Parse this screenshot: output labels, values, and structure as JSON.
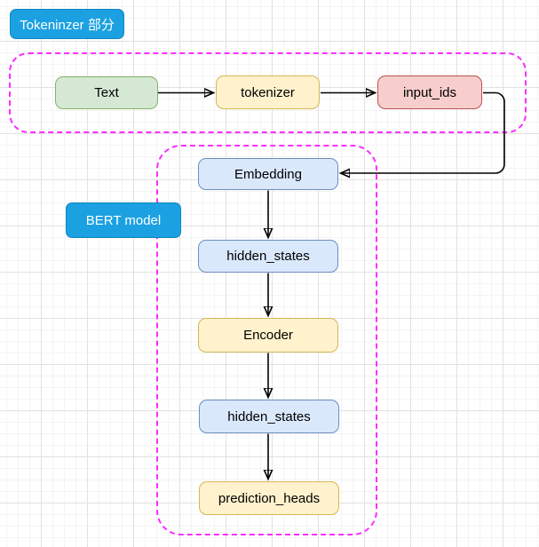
{
  "diagram": {
    "tags": {
      "tokenizer_section": "Tokeninzer 部分",
      "bert_model": "BERT model"
    },
    "nodes": [
      {
        "id": "text",
        "label": "Text",
        "style": "green"
      },
      {
        "id": "tokenizer",
        "label": "tokenizer",
        "style": "yellow"
      },
      {
        "id": "input_ids",
        "label": "input_ids",
        "style": "red"
      },
      {
        "id": "embedding",
        "label": "Embedding",
        "style": "blue"
      },
      {
        "id": "hidden_states_1",
        "label": "hidden_states",
        "style": "blue"
      },
      {
        "id": "encoder",
        "label": "Encoder",
        "style": "yellow"
      },
      {
        "id": "hidden_states_2",
        "label": "hidden_states",
        "style": "blue"
      },
      {
        "id": "prediction_heads",
        "label": "prediction_heads",
        "style": "yellow"
      }
    ],
    "edges": [
      {
        "from": "text",
        "to": "tokenizer"
      },
      {
        "from": "tokenizer",
        "to": "input_ids"
      },
      {
        "from": "input_ids",
        "to": "embedding"
      },
      {
        "from": "embedding",
        "to": "hidden_states_1"
      },
      {
        "from": "hidden_states_1",
        "to": "encoder"
      },
      {
        "from": "encoder",
        "to": "hidden_states_2"
      },
      {
        "from": "hidden_states_2",
        "to": "prediction_heads"
      }
    ],
    "colors": {
      "container_dash": "#fb2eff",
      "tag_fill": "#1ba1e2",
      "tag_text": "#ffffff",
      "green_fill": "#d5e8d4",
      "green_stroke": "#82b366",
      "yellow_fill": "#fff2cc",
      "yellow_stroke": "#d6b656",
      "red_fill": "#f8cecc",
      "red_stroke": "#b85450",
      "blue_fill": "#dae8fc",
      "blue_stroke": "#6c8ebf",
      "arrow": "#000000",
      "grid_major": "#e2e2e2",
      "grid_minor": "#f4f4f4"
    }
  }
}
